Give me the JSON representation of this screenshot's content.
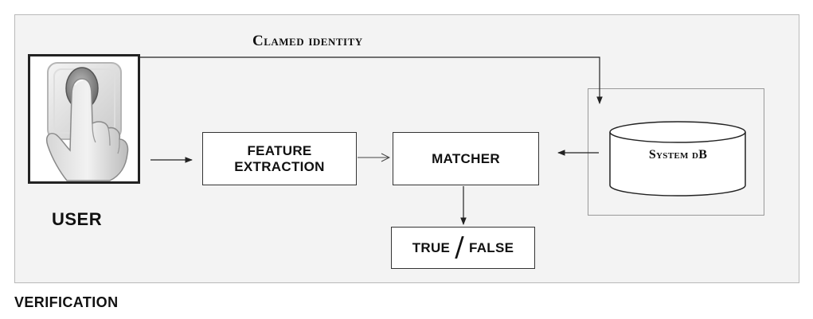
{
  "diagram": {
    "claimed_identity_label": "Clamed identity",
    "user_label": "USER",
    "feature_extraction_line1": "FEATURE",
    "feature_extraction_line2": "EXTRACTION",
    "matcher_label": "MATCHER",
    "result_true": "TRUE",
    "result_false": "FALSE",
    "database_label": "System dB",
    "caption": "VERIFICATION"
  },
  "colors": {
    "panel_background": "#f3f3f3",
    "panel_border": "#b9b9b9",
    "line": "#222222"
  },
  "icons": [
    "finger-press-icon"
  ]
}
